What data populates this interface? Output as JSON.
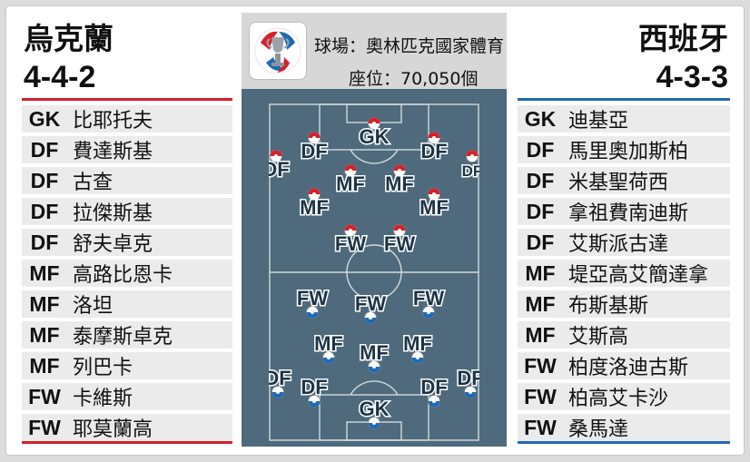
{
  "left_team": {
    "name": "烏克蘭",
    "formation": "4-4-2",
    "players": [
      {
        "pos": "GK",
        "name": "比耶托夫"
      },
      {
        "pos": "DF",
        "name": "費達斯基"
      },
      {
        "pos": "DF",
        "name": "古查"
      },
      {
        "pos": "DF",
        "name": "拉傑斯基"
      },
      {
        "pos": "DF",
        "name": "舒夫卓克"
      },
      {
        "pos": "MF",
        "name": "高路比恩卡"
      },
      {
        "pos": "MF",
        "name": "洛坦"
      },
      {
        "pos": "MF",
        "name": "泰摩斯卓克"
      },
      {
        "pos": "MF",
        "name": "列巴卡"
      },
      {
        "pos": "FW",
        "name": "卡維斯"
      },
      {
        "pos": "FW",
        "name": "耶莫蘭高"
      }
    ]
  },
  "right_team": {
    "name": "西班牙",
    "formation": "4-3-3",
    "players": [
      {
        "pos": "GK",
        "name": "迪基亞"
      },
      {
        "pos": "DF",
        "name": "馬里奧加斯柏"
      },
      {
        "pos": "DF",
        "name": "米基聖荷西"
      },
      {
        "pos": "DF",
        "name": "拿祖費南迪斯"
      },
      {
        "pos": "DF",
        "name": "艾斯派古達"
      },
      {
        "pos": "MF",
        "name": "堤亞高艾簡達拿"
      },
      {
        "pos": "MF",
        "name": "布斯基斯"
      },
      {
        "pos": "MF",
        "name": "艾斯高"
      },
      {
        "pos": "FW",
        "name": "柏度洛迪古斯"
      },
      {
        "pos": "FW",
        "name": "柏高艾卡沙"
      },
      {
        "pos": "FW",
        "name": "桑馬達"
      }
    ]
  },
  "venue": {
    "stadium": "球場：奧林匹克國家體育",
    "capacity": "座位：70,050個"
  },
  "pitch": {
    "top_team": [
      {
        "pos": "GK"
      },
      {
        "pos": "DF"
      },
      {
        "pos": "DF"
      },
      {
        "pos": "DF"
      },
      {
        "pos": "DF"
      },
      {
        "pos": "MF"
      },
      {
        "pos": "MF"
      },
      {
        "pos": "MF"
      },
      {
        "pos": "MF"
      },
      {
        "pos": "FW"
      },
      {
        "pos": "FW"
      }
    ],
    "bottom_team": [
      {
        "pos": "FW"
      },
      {
        "pos": "FW"
      },
      {
        "pos": "FW"
      },
      {
        "pos": "MF"
      },
      {
        "pos": "MF"
      },
      {
        "pos": "MF"
      },
      {
        "pos": "DF"
      },
      {
        "pos": "DF"
      },
      {
        "pos": "DF"
      },
      {
        "pos": "DF"
      },
      {
        "pos": "GK"
      }
    ]
  },
  "colors": {
    "left_accent": "#d8202a",
    "right_accent": "#1f6ab4",
    "pitch_bg": "#4e6a7c",
    "pitch_line": "#ffffff",
    "ukraine_ball": "#d8202a",
    "spain_ball": "#1f6ab4"
  },
  "icons": {
    "logo": "euro-2016-trophy-logo",
    "ball": "soccer-ball-icon"
  }
}
